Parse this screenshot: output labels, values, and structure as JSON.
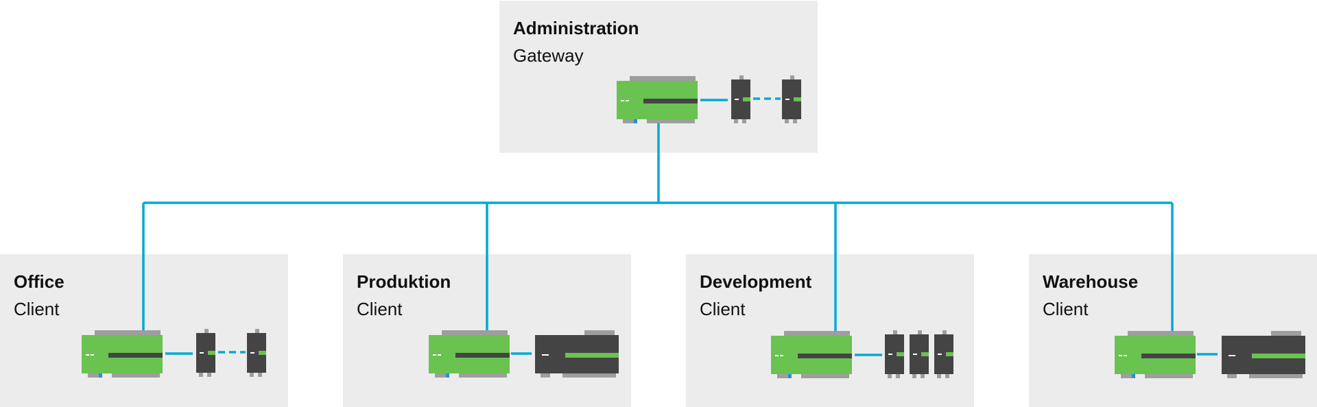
{
  "colors": {
    "panel_bg": "#ececec",
    "connector": "#00a9d4",
    "device_green": "#6ac250",
    "device_dark": "#444444",
    "device_grey": "#9e9e9e"
  },
  "nodes": {
    "administration": {
      "title": "Administration",
      "role": "Gateway",
      "devices": [
        "controller-icon",
        "io-module-icon",
        "io-module-icon"
      ]
    },
    "office": {
      "title": "Office",
      "role": "Client",
      "devices": [
        "controller-icon",
        "io-module-icon",
        "io-module-icon"
      ]
    },
    "produktion": {
      "title": "Produktion",
      "role": "Client",
      "devices": [
        "controller-icon",
        "expansion-unit-icon"
      ]
    },
    "development": {
      "title": "Development",
      "role": "Client",
      "devices": [
        "controller-icon",
        "io-module-icon",
        "io-module-icon",
        "io-module-icon"
      ]
    },
    "warehouse": {
      "title": "Warehouse",
      "role": "Client",
      "devices": [
        "controller-icon",
        "expansion-unit-icon"
      ]
    }
  }
}
